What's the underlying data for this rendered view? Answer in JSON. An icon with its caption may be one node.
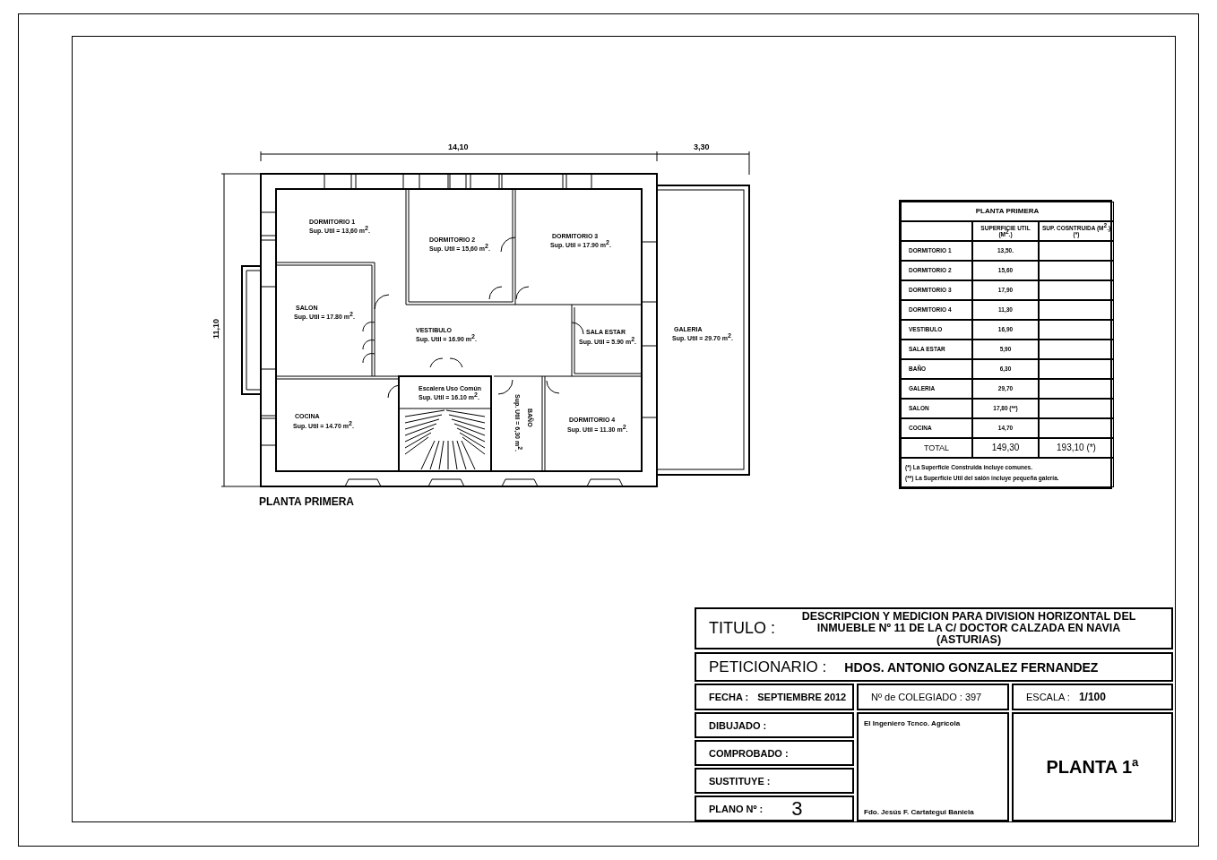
{
  "diagram": {
    "labels": [
      "14,10",
      "3,30",
      "11,10",
      "DORMITORIO 1",
      "Sup. Util = 13,60 m$^{2}$.",
      "DORMITORIO 2",
      "Sup. Util = 15,60 m$^{2}$.",
      "DORMITORIO 3",
      "Sup. Util = 17.90 m$^{2}$.",
      "SALON",
      "Sup. Util = 17.80 m$^{2}$.",
      "VESTIBULO",
      "Sup. Util = 16.90 m$^{2}$.",
      "SALA ESTAR",
      "Sup. Util = 5.90 m$^{2}$.",
      "GALERIA",
      "Sup. Util = 29.70 m$^{2}$.",
      "Escalera Uso Común",
      "Sup. Util = 16.10 m$^{2}$.",
      "COCINA",
      "Sup. Util = 14.70 m$^{2}$.",
      "BAÑO",
      "Sup. Util = 6,30 m$^{2}$.",
      "DORMITORIO 4",
      "Sup. Util = 11.30 m$^{2}$.",
      "PLANTA PRIMERA",
      "PLANTA PRIMERA",
      "SUPERFICIE UTIL (M$^{2}$.)",
      "SUP. COSNTRUIDA (M$^{2}$.) (*)",
      "DORMITORIO 1",
      "13,50.",
      "DORMITORIO 2",
      "15,60",
      "DORMITORIO 3",
      "17,90",
      "DORMITORIO 4",
      "11,30",
      "VESTIBULO",
      "16,90",
      "SALA ESTAR",
      "5,90",
      "BAÑO",
      "6,30",
      "GALERIA",
      "29,70",
      "SALON",
      "17,80 (**)",
      "COCINA",
      "14,70",
      "TOTAL",
      "149,30",
      "193,10 (*)",
      "(*) La Superficie Construida incluye comunes.",
      "(**) La Superficie Util del salón incluye pequeña galería.",
      "TITULO :",
      "DESCRIPCION Y MEDICION PARA DIVISION HORIZONTAL DEL INMUEBLE Nº 11 DE LA C/ DOCTOR CALZADA EN NAVIA (ASTURIAS)",
      "PETICIONARIO :",
      "HDOS. ANTONIO GONZALEZ FERNANDEZ",
      "FECHA :",
      "SEPTIEMBRE 2012",
      "Nº de COLEGIADO : 397",
      "ESCALA :",
      "1/100",
      "DIBUJADO :",
      "COMPROBADO :",
      "SUSTITUYE :",
      "PLANO Nº :",
      "3",
      "El Ingeniero Tcnco. Agrícola",
      "Fdo. Jesús F. Cartategui Baniela",
      "PLANTA 1ª"
    ]
  }
}
